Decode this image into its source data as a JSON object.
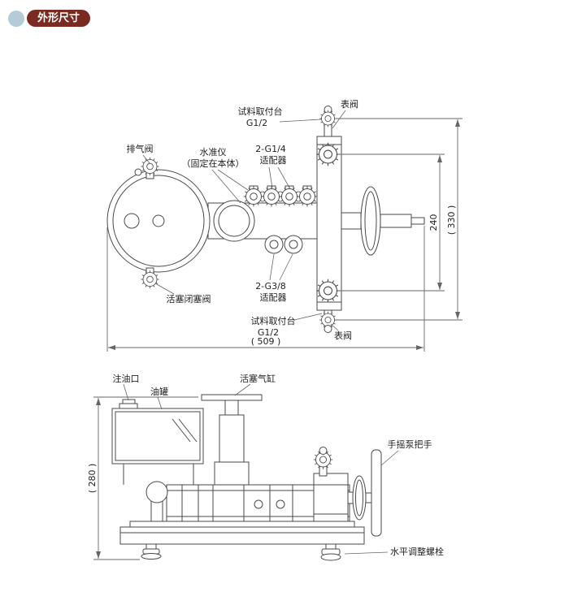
{
  "header": {
    "title": "外形尺寸",
    "colors": {
      "pill": "#7a2a20",
      "dot": "#b5cbd8"
    }
  },
  "drawing": {
    "stroke_color": "#4a4a4a",
    "dim_color": "#666666"
  },
  "top_view": {
    "labels": {
      "exhaust_valve": "排气阀",
      "level_gauge_l1": "水准仪",
      "level_gauge_l2": "（固定在本体）",
      "sample_mount_l1": "试料取付台",
      "sample_mount_l2": "G1/2",
      "adapter_g14_l1": "2-G1/4",
      "adapter_g14_l2": "适配器",
      "adapter_g38_l1": "2-G3/8",
      "adapter_g38_l2": "适配器",
      "gauge_valve": "表阀",
      "piston_shutoff_valve": "活塞闭塞阀"
    },
    "dimensions": {
      "inner_height": "240",
      "outer_height": "( 330 )",
      "width": "( 509 )"
    }
  },
  "front_view": {
    "labels": {
      "oil_filler": "注油口",
      "oil_tank": "油罐",
      "piston_cylinder": "活塞气缸",
      "pump_handle": "手摇泵把手",
      "level_bolt": "水平调整螺栓"
    },
    "dimensions": {
      "height": "( 280 )"
    }
  }
}
